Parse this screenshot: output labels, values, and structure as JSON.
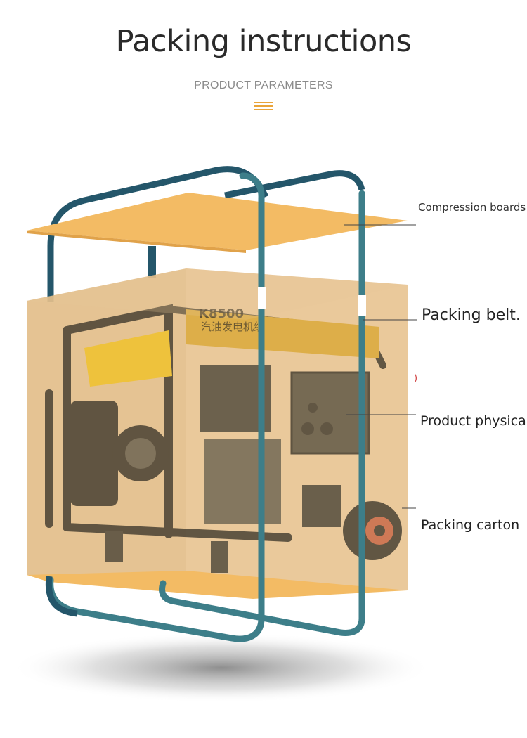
{
  "header": {
    "title": "Packing instructions",
    "subtitle": "PRODUCT PARAMETERS"
  },
  "callouts": {
    "compression": "Compression boards",
    "belt": "Packing belt.",
    "product": "Product physical",
    "carton": "Packing carton"
  },
  "generator_markings": {
    "model": "K8500",
    "chinese_label": "汽油发电机组"
  },
  "colors": {
    "board": "#f3bb64",
    "carton": "#e7c493",
    "belt": "#3d7e89",
    "accent": "#e9a43a",
    "frame": "#2d2a22",
    "tank": "#f2c21b"
  }
}
